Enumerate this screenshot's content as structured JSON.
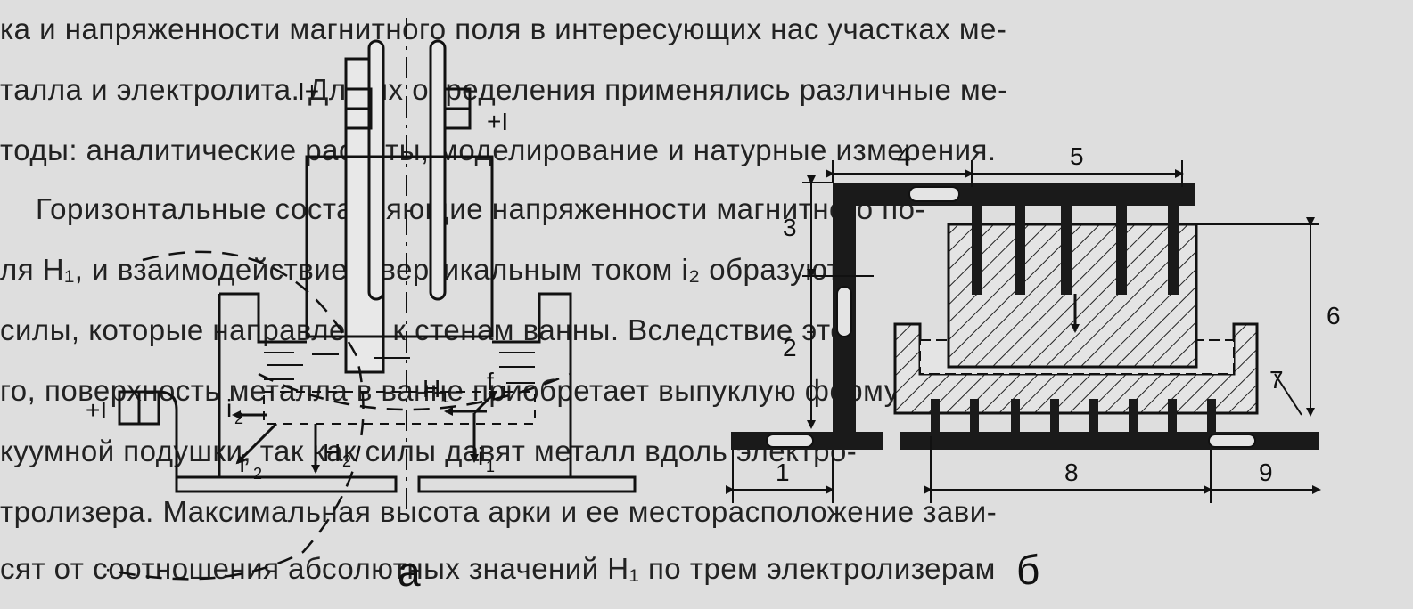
{
  "text_lines": [
    "ка и напряженности магнитного поля в интересующих нас участках ме-",
    "талла и электролита. Для их определения применялись различные ме-",
    "тоды: аналитические расчеты, моделирование и натурные измерения.",
    "Горизонтальные составляющие напряженности магнитного по-",
    "ля H₁, и взаимодействие с вертикальным током i₂ образуют",
    "силы, которые направлены к стенам ванны. Вследствие это-",
    "го, поверхность металла в ванне приобретает выпуклую форму ва-",
    "куумной подушки, так как силы давят металл вдоль электро-",
    "тролизера. Максимальная высота арки и ее месторасположение зави-",
    "сят от соотношения абсолютных значений H₁ по трем электролизерам"
  ],
  "figure_a": {
    "caption": "а",
    "labels": {
      "current_left_top": "I+",
      "current_right_top": "+I",
      "current_left_side": "+I",
      "H1": "H",
      "H1_sub": "1",
      "f1": "f",
      "f1_sub": "1",
      "i2": "i",
      "i2_sub": "2",
      "f2": "f",
      "f2_sub": "2",
      "H2": "H",
      "H2_sub": "2",
      "i1": "i",
      "i1_sub": "1"
    }
  },
  "figure_b": {
    "caption": "б",
    "dimension_labels": [
      "1",
      "2",
      "3",
      "4",
      "5",
      "6",
      "7",
      "8",
      "9"
    ]
  }
}
